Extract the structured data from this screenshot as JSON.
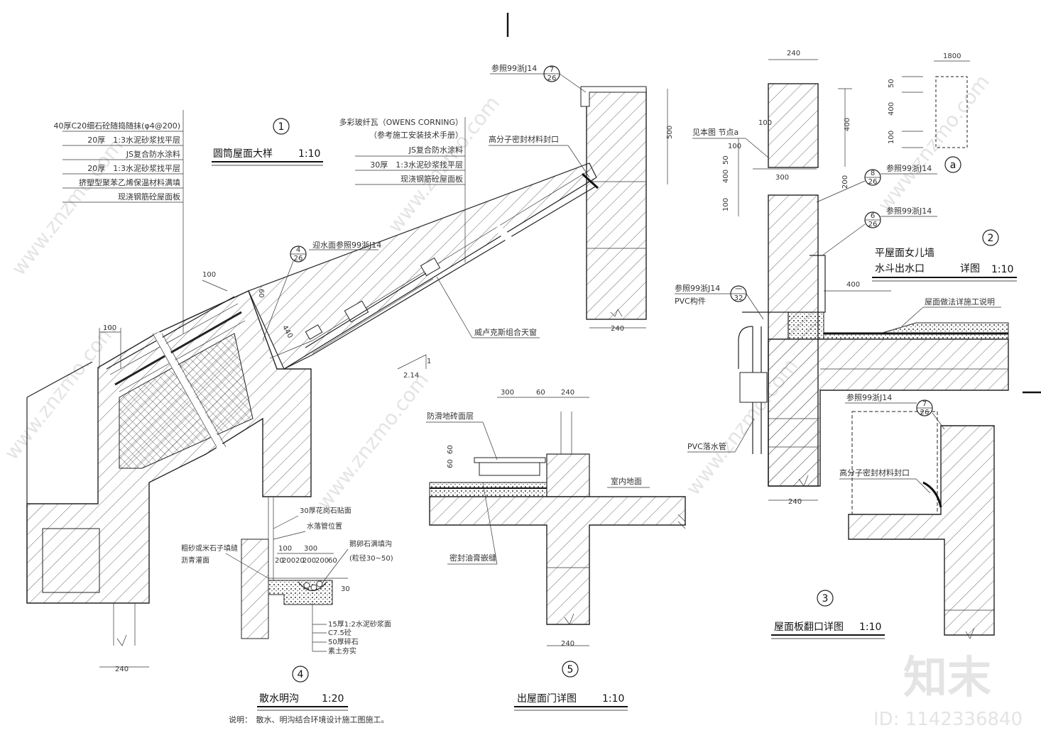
{
  "details": {
    "d1": {
      "num": "1",
      "title": "圆筒屋面大样",
      "scale": "1:10"
    },
    "d2": {
      "num": "2",
      "title1": "平屋面女儿墙",
      "title2": "水斗出水口",
      "title3": "详图",
      "scale": "1:10"
    },
    "d3": {
      "num": "3",
      "title": "屋面板翻口详图",
      "scale": "1:10"
    },
    "d4": {
      "num": "4",
      "title": "散水明沟",
      "scale": "1:20"
    },
    "d5": {
      "num": "5",
      "title": "出屋面门详图",
      "scale": "1:10"
    },
    "da": {
      "num": "a"
    }
  },
  "layers_left": [
    "40厚C20细石砼随捣随抹(φ4@200)",
    "20厚　1:3水泥砂浆找平层",
    "JS复合防水涂料",
    "20厚　1:3水泥砂浆找平层",
    "挤塑型聚苯乙烯保温材料满填",
    "现浇钢筋砼屋面板"
  ],
  "layers_mid": [
    "多彩玻纤瓦（OWENS CORNING）",
    "（参考施工安装技术手册）",
    "JS复合防水涂料",
    "30厚　1:3水泥砂浆找平层",
    "现浇钢筋砼屋面板"
  ],
  "labels": {
    "ref_j14": "参照99浙J14",
    "ref_j14_long": "迎水面参照99浙J14",
    "sealant": "高分子密封材料封口",
    "skylight": "威卢克斯组合天窗",
    "slope_v": "1",
    "slope_h": "2.14",
    "see_node": "见本图 节点a",
    "ref_pvc": "参照99浙J14",
    "pvc_part": "PVC构件",
    "pvc_pipe": "PVC落水管",
    "roof_note": "屋面做法详施工说明",
    "antislip": "防滑地砖面层",
    "indoor": "室内地面",
    "oil_seal": "密封油膏嵌缝",
    "gravel_fill": "粗砂或米石子填缝",
    "asphalt": "沥青灌面",
    "granite": "30厚花岗石贴面",
    "pipe_pos": "水落管位置",
    "pebble": "鹅卵石满填沟",
    "pebble_size": "(粒径30~50)",
    "mortar15": "15厚1:2水泥砂浆面",
    "c75": "C7.5砼",
    "gravel50": "50厚碎石",
    "soil": "素土夯实"
  },
  "circle_refs": [
    {
      "top": "7",
      "bottom": "26"
    },
    {
      "top": "4",
      "bottom": "26"
    },
    {
      "top": "8",
      "bottom": "26"
    },
    {
      "top": "6",
      "bottom": "26"
    },
    {
      "top": "一",
      "bottom": "32"
    },
    {
      "top": "7",
      "bottom": "26"
    }
  ],
  "dims": {
    "d100a": "100",
    "d60": "60",
    "d440": "440",
    "d100b": "100",
    "d240a": "240",
    "d500": "500",
    "d240b": "240",
    "d240c": "240",
    "d100c": "100",
    "d50": "50",
    "d400a": "400",
    "d100d": "100",
    "d300": "300",
    "d400b": "400",
    "d100e": "100",
    "d400c": "400",
    "d200": "200",
    "d240d": "240",
    "d1800": "1800",
    "d50b": "50",
    "d400d": "400",
    "d100f": "100",
    "d300b": "300",
    "d60b": "60",
    "d240e": "240",
    "d60c": "60",
    "d60d": "60",
    "d240f": "240",
    "d4_100": "100",
    "d4_300": "300",
    "d4_200": "200",
    "d4_20": "20",
    "d4_200b": "200",
    "d4_200c": "200",
    "d4_20b": "20",
    "d4_60": "60",
    "d4_30": "30"
  },
  "note": "说明：　散水、明沟结合环境设计施工图施工。",
  "watermark": {
    "brand": "知末",
    "id": "ID: 1142336840",
    "url": "www.znzmo.com"
  }
}
